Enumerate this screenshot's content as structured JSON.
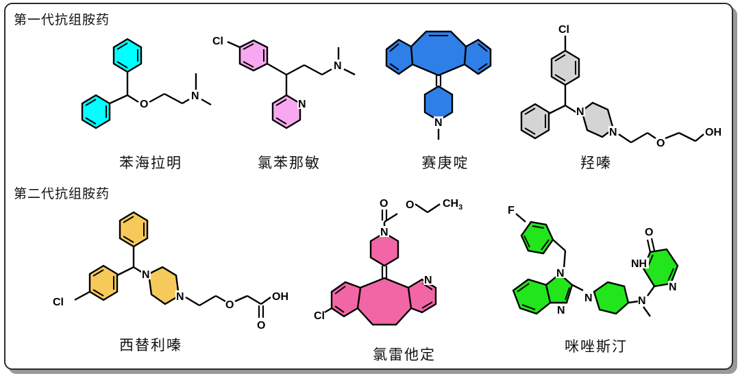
{
  "sections": {
    "first_gen": "第一代抗组胺药",
    "second_gen": "第二代抗组胺药"
  },
  "molecules": {
    "m1": {
      "name": "苯海拉明",
      "color": "#00FFFF"
    },
    "m2": {
      "name": "氯苯那敏",
      "color": "#F7A8F0"
    },
    "m3": {
      "name": "赛庚啶",
      "color": "#2F7FE8"
    },
    "m4": {
      "name": "羟嗪",
      "color": "#D4D4D4"
    },
    "m5": {
      "name": "西替利嗪",
      "color": "#F6C95B"
    },
    "m6": {
      "name": "氯雷他定",
      "color": "#F266A6"
    },
    "m7": {
      "name": "咪唑斯汀",
      "color": "#22E51C"
    }
  },
  "atoms": {
    "O": "O",
    "N": "N",
    "Cl": "Cl",
    "F": "F",
    "OH": "OH",
    "NH": "NH",
    "CH": "CH",
    "sub3": "3"
  }
}
